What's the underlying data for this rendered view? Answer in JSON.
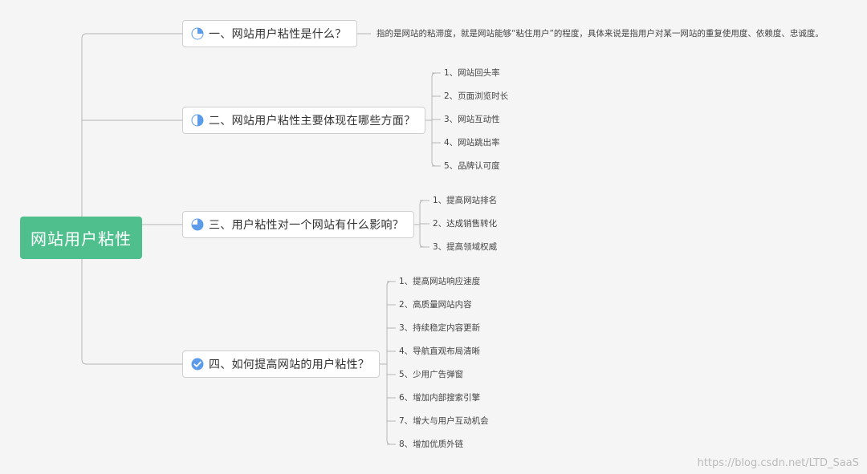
{
  "root": {
    "label": "网站用户粘性"
  },
  "topics": [
    {
      "label": "一、网站用户粘性是什么？",
      "icon": "progress-pie-icon",
      "progress": 0.25,
      "children": [
        "指的是网站的粘滞度，就是网站能够“粘住用户”的程度，具体来说是指用户对某一网站的重复使用度、依赖度、忠诚度。"
      ]
    },
    {
      "label": "二、网站用户粘性主要体现在哪些方面？",
      "icon": "progress-pie-icon",
      "progress": 0.5,
      "children": [
        "1、网站回头率",
        "2、页面浏览时长",
        "3、网站互动性",
        "4、网站跳出率",
        "5、品牌认可度"
      ]
    },
    {
      "label": "三、用户粘性对一个网站有什么影响？",
      "icon": "progress-pie-icon",
      "progress": 0.75,
      "children": [
        "1、提高网站排名",
        "2、达成销售转化",
        "3、提高领域权威"
      ]
    },
    {
      "label": "四、如何提高网站的用户粘性？",
      "icon": "check-circle-icon",
      "progress": 1,
      "children": [
        "1、提高网站响应速度",
        "2、高质量网站内容",
        "3、持续稳定内容更新",
        "4、导航直观布局清晰",
        "5、少用广告弹窗",
        "6、增加内部搜索引擎",
        "7、增大与用户互动机会",
        "8、增加优质外链"
      ]
    }
  ],
  "colors": {
    "root": "#4fc08d",
    "line": "#b5b5b5",
    "icon": "#5b9bea"
  },
  "watermark": "https://blog.csdn.net/LTD_SaaS"
}
